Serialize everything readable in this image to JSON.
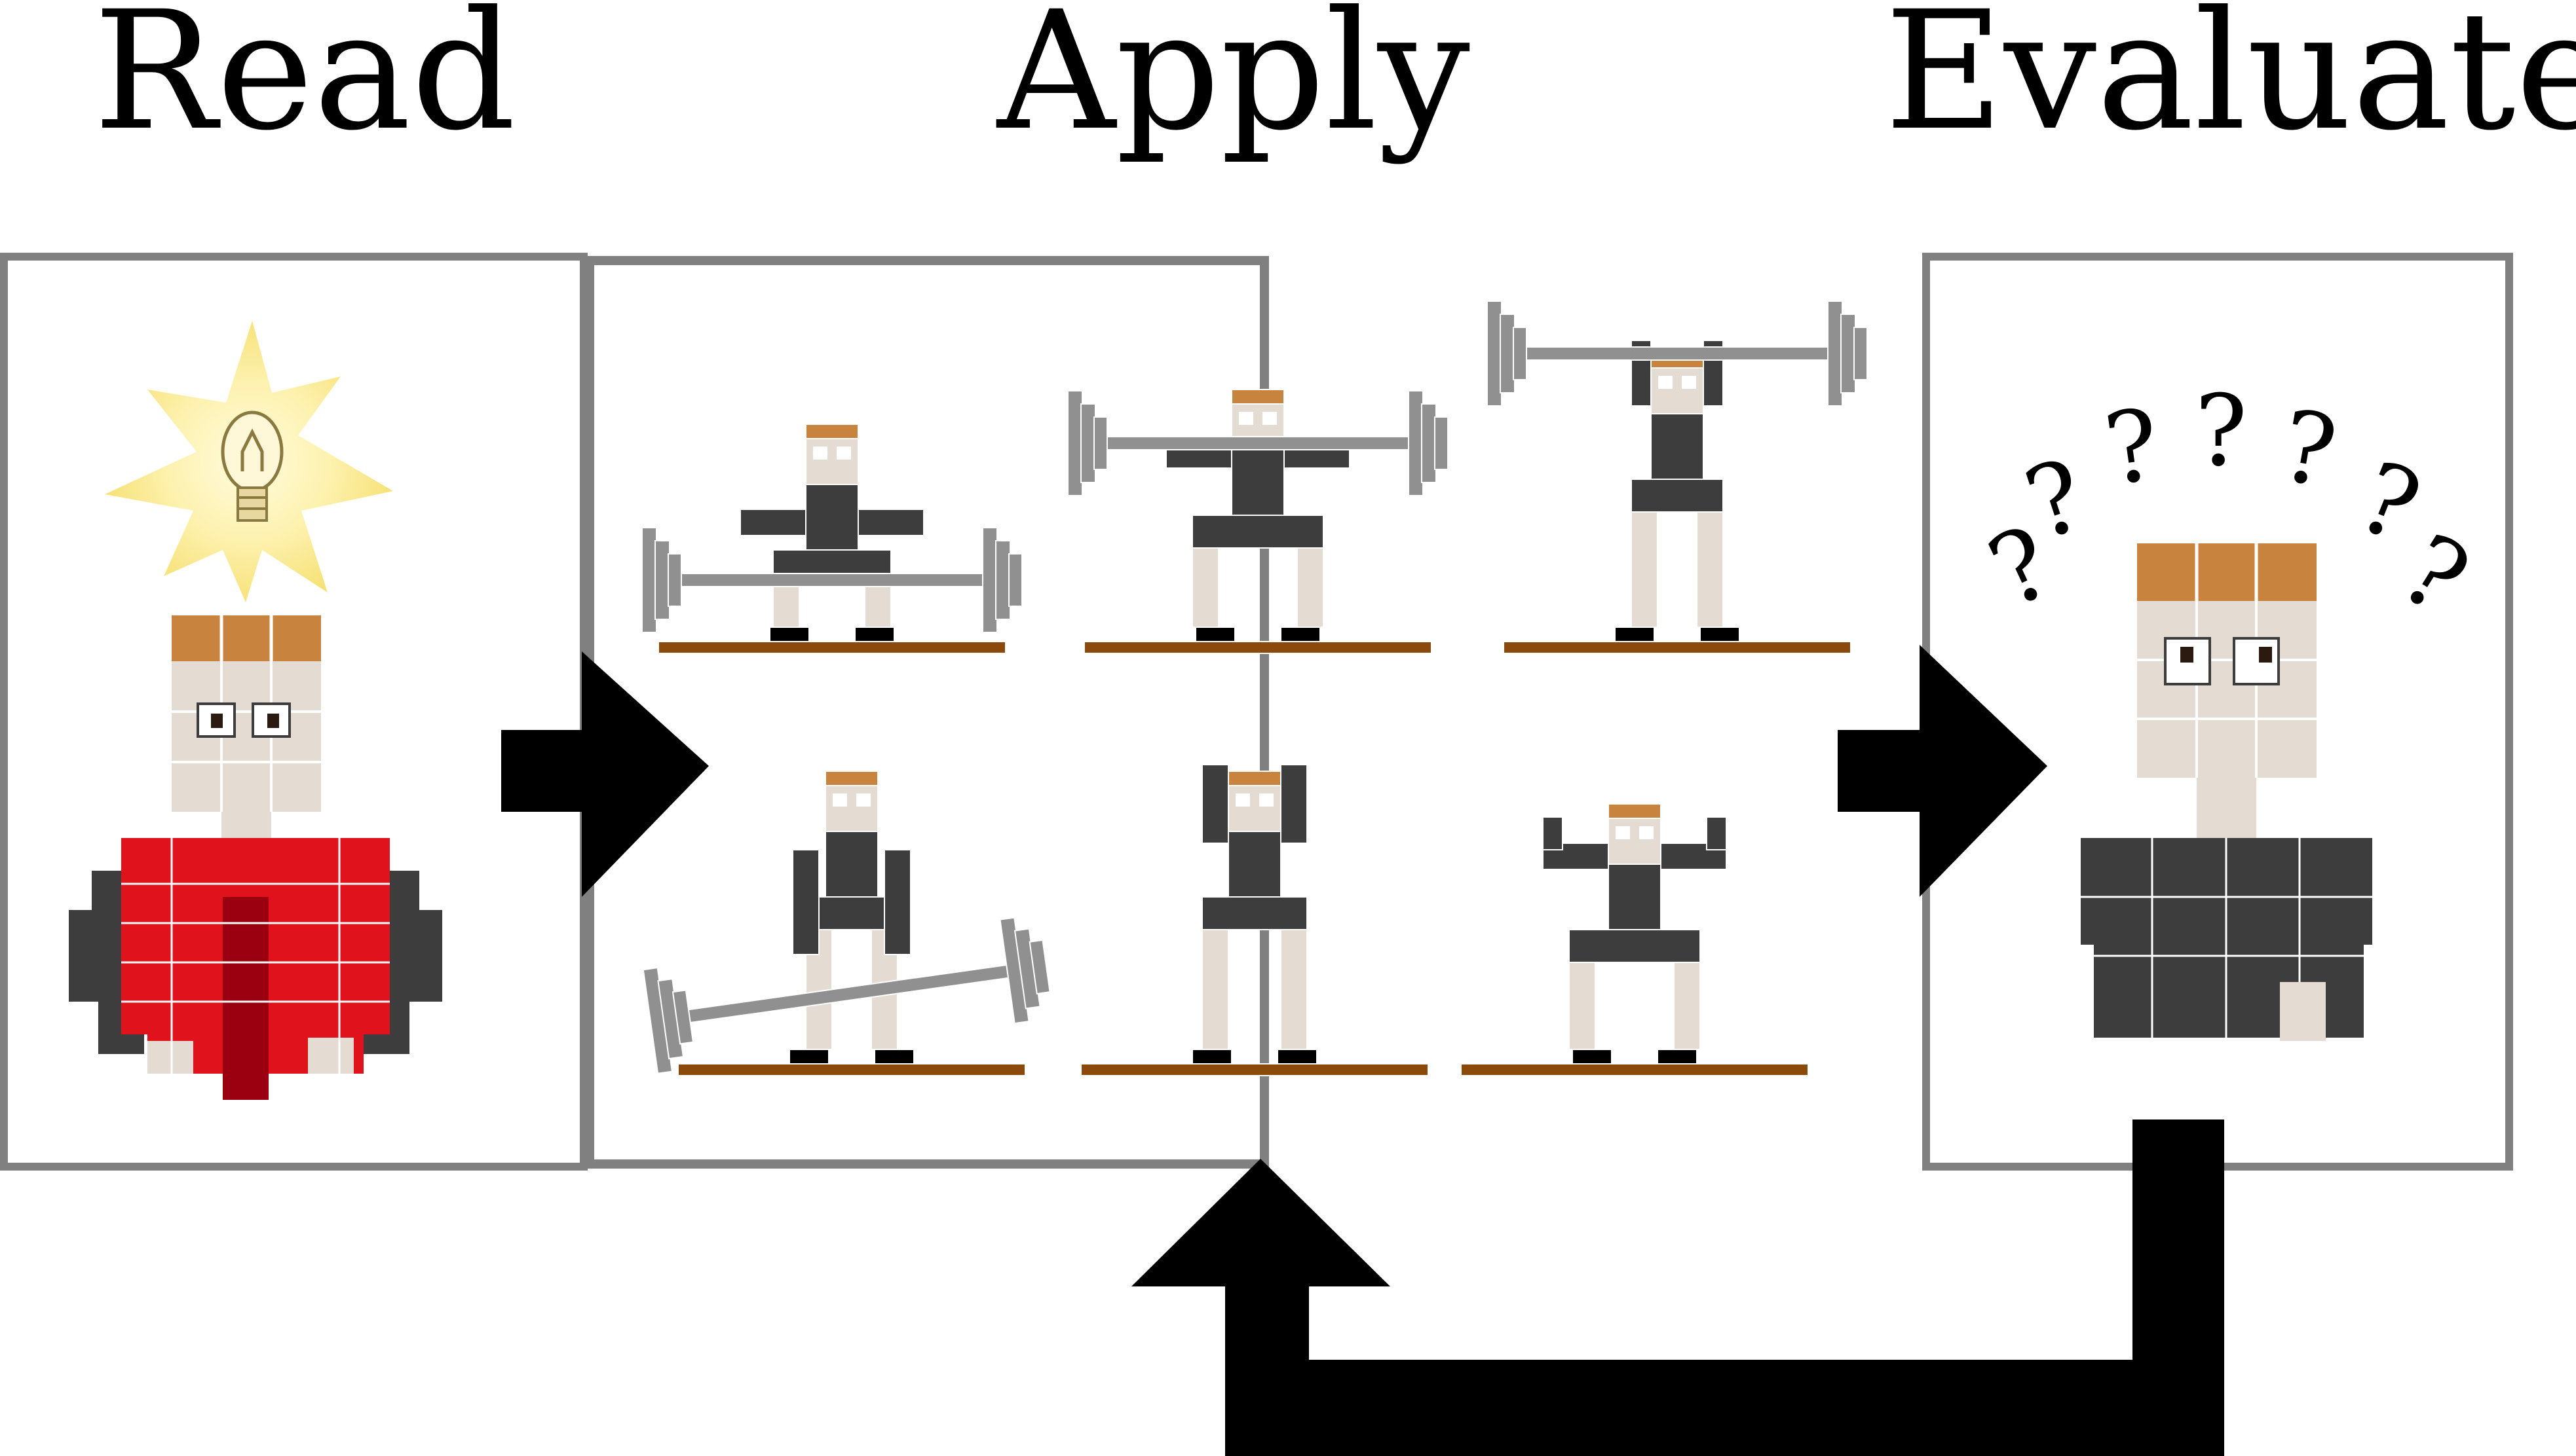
{
  "headings": {
    "read": "Read",
    "apply": "Apply",
    "evaluate": "Evaluate"
  },
  "evaluate_panel": {
    "question_mark": "?"
  },
  "icons": [
    "lightbulb-icon",
    "brain-icon",
    "weightlifter-icon",
    "barbell-icon",
    "question-mark-icon",
    "arrow-right-icon",
    "feedback-loop-arrow-icon"
  ],
  "colors": {
    "panel_border": "#808080",
    "arrow": "#000000",
    "hair": "#c8843f",
    "skin": "#e4dcd2",
    "body_dark": "#3d3d3d",
    "barbell": "#909090",
    "floor": "#8b4a0c",
    "brain_red": "#e0121b",
    "brain_dark_red": "#9b0010",
    "bulb_glow": "#fbeea0"
  }
}
